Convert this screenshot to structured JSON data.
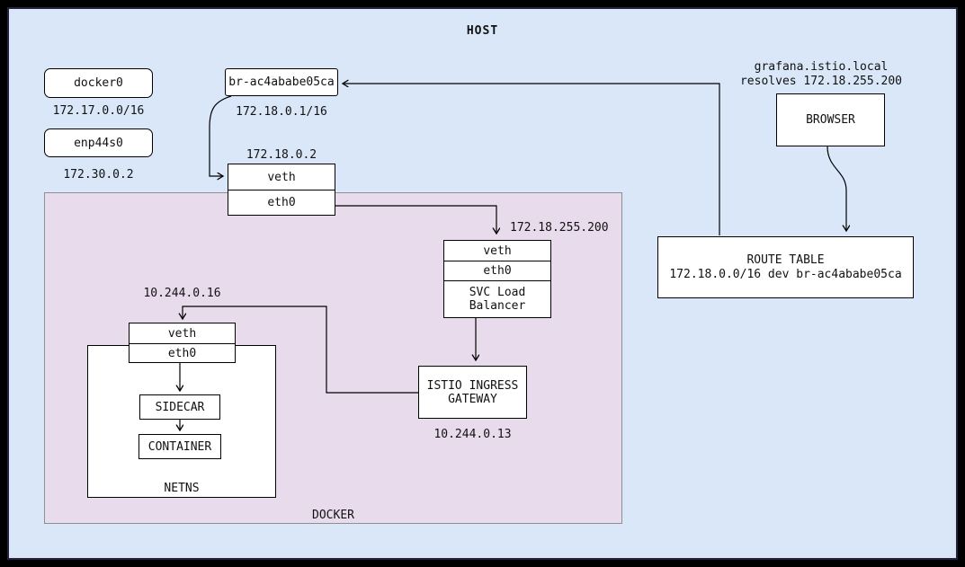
{
  "diagram": {
    "host_label": "HOST",
    "docker_label": "DOCKER",
    "netns_label": "NETNS"
  },
  "nodes": {
    "docker0": {
      "label": "docker0",
      "ip": "172.17.0.0/16"
    },
    "enp44s0": {
      "label": "enp44s0",
      "ip": "172.30.0.2"
    },
    "bridge": {
      "label": "br-ac4ababe05ca",
      "ip": "172.18.0.1/16"
    },
    "host_veth": {
      "ip": "172.18.0.2",
      "rows": [
        "veth",
        "eth0"
      ]
    },
    "svc_lb": {
      "ip": "172.18.255.200",
      "rows": [
        "veth",
        "eth0",
        "SVC Load Balancer"
      ]
    },
    "istio_gateway": {
      "label": "ISTIO INGRESS GATEWAY",
      "ip": "10.244.0.13"
    },
    "pod_veth": {
      "ip": "10.244.0.16",
      "rows": [
        "veth",
        "eth0"
      ]
    },
    "sidecar": {
      "label": "SIDECAR"
    },
    "container": {
      "label": "CONTAINER"
    },
    "browser": {
      "label": "BROWSER",
      "note": "grafana.istio.local\nresolves 172.18.255.200"
    },
    "route_table": {
      "line1": "ROUTE TABLE",
      "line2": "172.18.0.0/16 dev br-ac4ababe05ca"
    }
  },
  "colors": {
    "background": "#000000",
    "host_panel": "#d9e7f8",
    "docker_panel": "#e8dcec",
    "node_fill": "#ffffff",
    "stroke": "#000000"
  }
}
